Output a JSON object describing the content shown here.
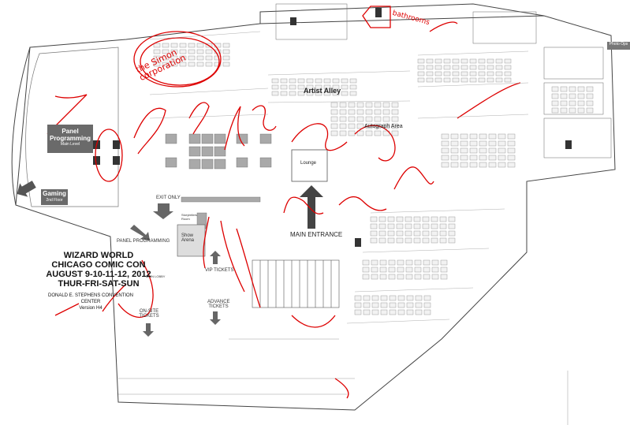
{
  "event": {
    "title_lines": [
      "WIZARD WORLD",
      "CHICAGO COMIC CON",
      "AUGUST 9-10-11-12, 2012",
      "THUR-FRI-SAT-SUN"
    ],
    "venue": "DONALD E. STEPHENS CONVENTION CENTER",
    "version": "Version H4"
  },
  "labels": {
    "panel_programming": "Panel Programming",
    "main_level": "Main Level",
    "gaming": "Gaming",
    "gaming_floor": "2nd Floor",
    "artist_alley": "Artist Alley",
    "autograph_area": "Autograph Area",
    "lounge": "Lounge",
    "main_entrance": "MAIN ENTRANCE",
    "exit_only": "EXIT ONLY",
    "panel_programming_lower": "PANEL PROGRAMMING",
    "show_arena": "Show Arena",
    "vip_tickets": "VIP TICKETS",
    "advance_tickets": "ADVANCE TICKETS",
    "on_site_tickets": "ON-SITE TICKETS",
    "photo_ops": "Photo Ops",
    "main_lobby": "MAIN LOBBY",
    "storytellers_room": "Storytellers Room"
  },
  "annotations": {
    "handwritten_1": "the Simon corporation",
    "handwritten_2": "bathrooms"
  },
  "colors": {
    "booth_gray": "#a9a9a9",
    "booth_light": "#d8d8d8",
    "wall": "#444444",
    "arrow": "#555555",
    "annotation_red": "#dd0000"
  }
}
